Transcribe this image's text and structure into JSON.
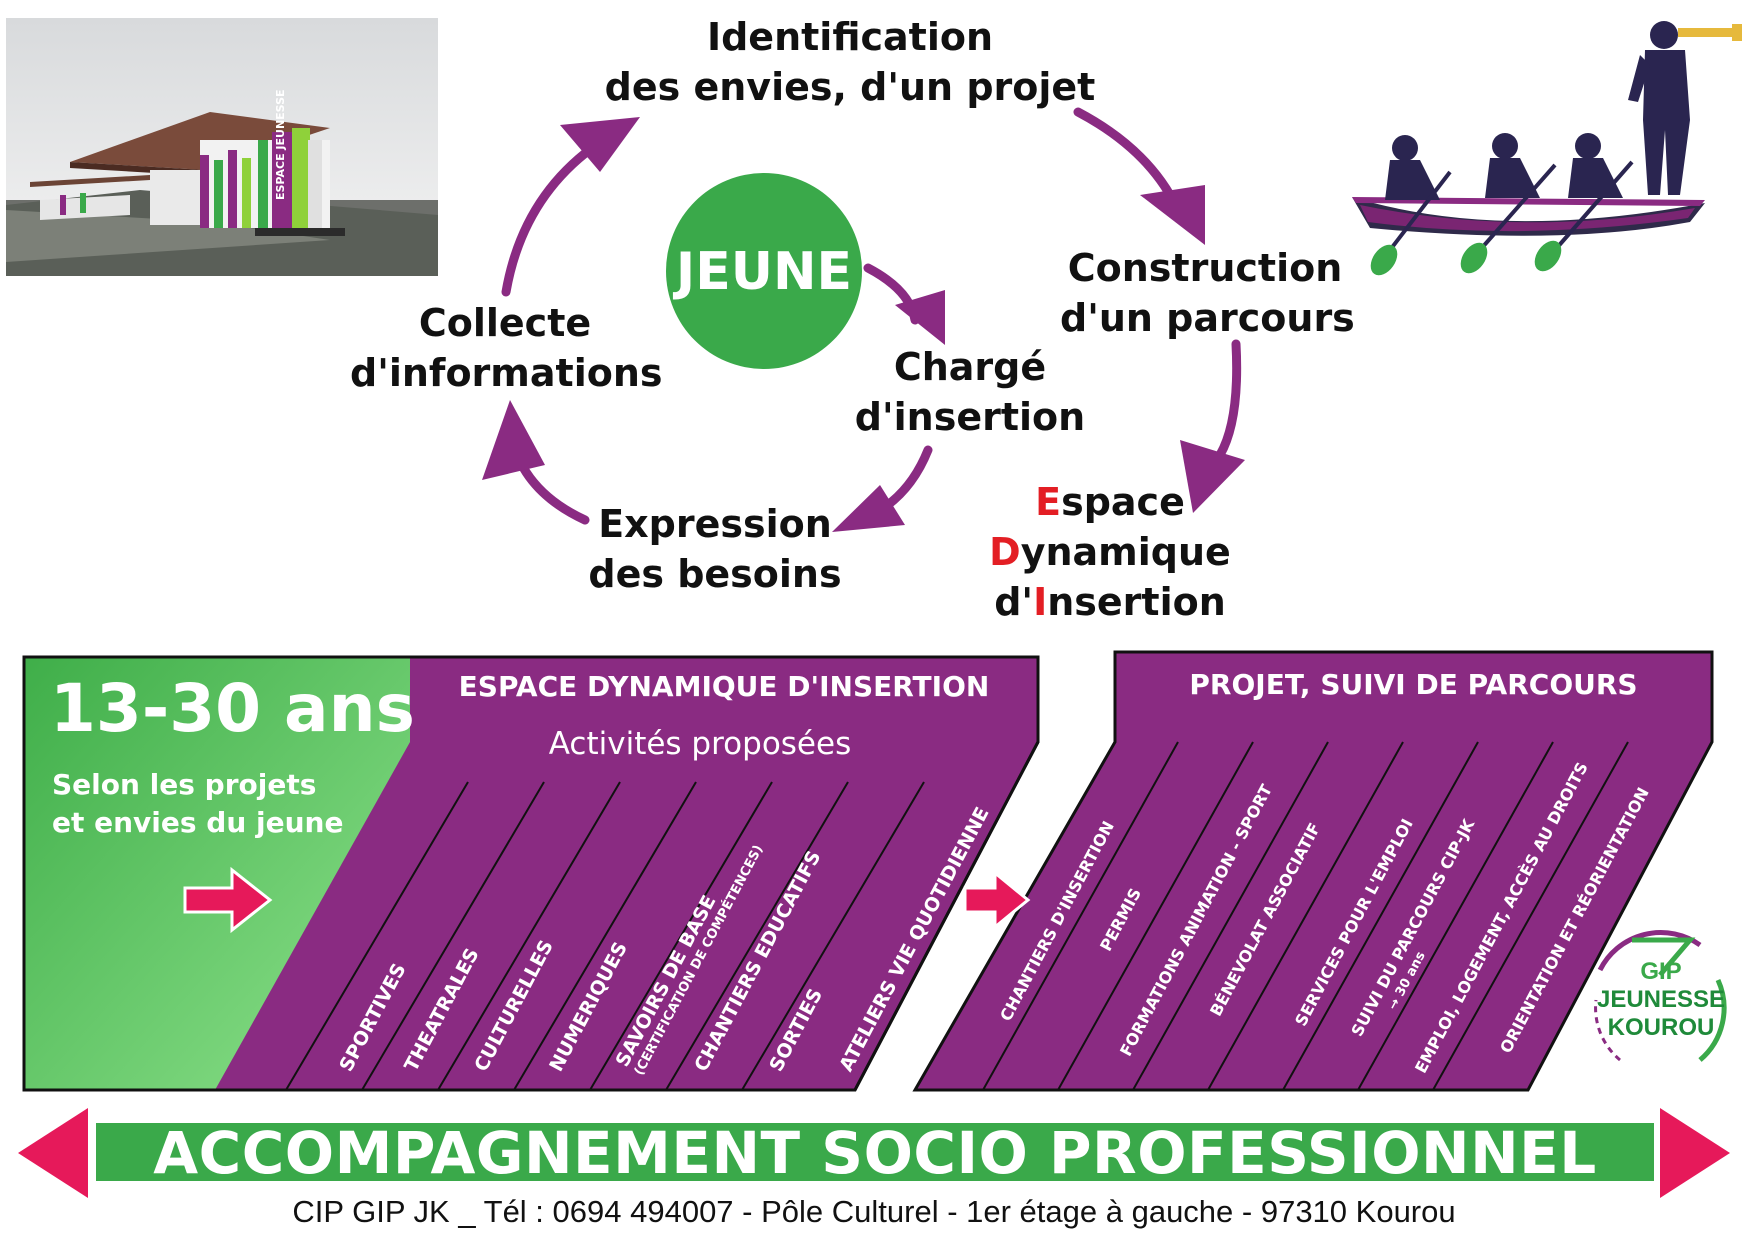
{
  "colors": {
    "purple": "#8a2b82",
    "green": "#3aa94a",
    "light_green": "#7fd67f",
    "pink": "#e6195a",
    "red": "#e31e24"
  },
  "cycle": {
    "center": "JEUNE",
    "identification": [
      "Identification",
      "des envies, d'un projet"
    ],
    "construction": [
      "Construction",
      "d'un parcours"
    ],
    "charge": [
      "Chargé",
      "d'insertion"
    ],
    "collecte": [
      "Collecte",
      "d'informations"
    ],
    "expression": [
      "Expression",
      "des besoins"
    ],
    "edi": [
      {
        "initial": "E",
        "rest": "space"
      },
      {
        "initial": "D",
        "rest": "ynamique"
      },
      {
        "pre": "d'",
        "initial": "I",
        "rest": "nsertion"
      }
    ]
  },
  "left_panel": {
    "age": "13-30 ans",
    "subtitle": [
      "Selon les projets",
      "et envies du jeune"
    ],
    "title": "ESPACE DYNAMIQUE D'INSERTION",
    "subheading": "Activités proposées",
    "activities": [
      {
        "label": "SPORTIVES"
      },
      {
        "label": "THEATRALES"
      },
      {
        "label": "CULTURELLES"
      },
      {
        "label": "NUMERIQUES"
      },
      {
        "label": "SAVOIRS DE BASE",
        "sub": "(CERTIFICATION DE COMPÉTENCES)"
      },
      {
        "label": "CHANTIERS EDUCATIFS"
      },
      {
        "label": "SORTIES"
      },
      {
        "label": "ATELIERS VIE QUOTIDIENNE"
      }
    ]
  },
  "right_panel": {
    "title": "PROJET, SUIVI DE PARCOURS",
    "items": [
      {
        "label": "CHANTIERS D'INSERTION"
      },
      {
        "label": "PERMIS"
      },
      {
        "label": "FORMATIONS ANIMATION - SPORT"
      },
      {
        "label": "BÉNEVOLAT ASSOCIATIF"
      },
      {
        "label": "SERVICES POUR L'EMPLOI"
      },
      {
        "label": "SUIVI DU PARCOURS CIP-JK",
        "sub": "→ 30 ans"
      },
      {
        "label": "EMPLOI, LOGEMENT, ACCÈS AU DROITS"
      },
      {
        "label": "ORIENTATION ET RÉORIENTATION"
      }
    ]
  },
  "logo": {
    "line1": "GIP",
    "line2": "JEUNESSE",
    "line3": "KOUROU"
  },
  "building_sign": "ESPACE JEUNESSE",
  "banner": "ACCOMPAGNEMENT SOCIO PROFESSIONNEL",
  "footer": "CIP GIP JK _ Tél : 0694 494007 - Pôle Culturel - 1er étage à gauche - 97310 Kourou"
}
